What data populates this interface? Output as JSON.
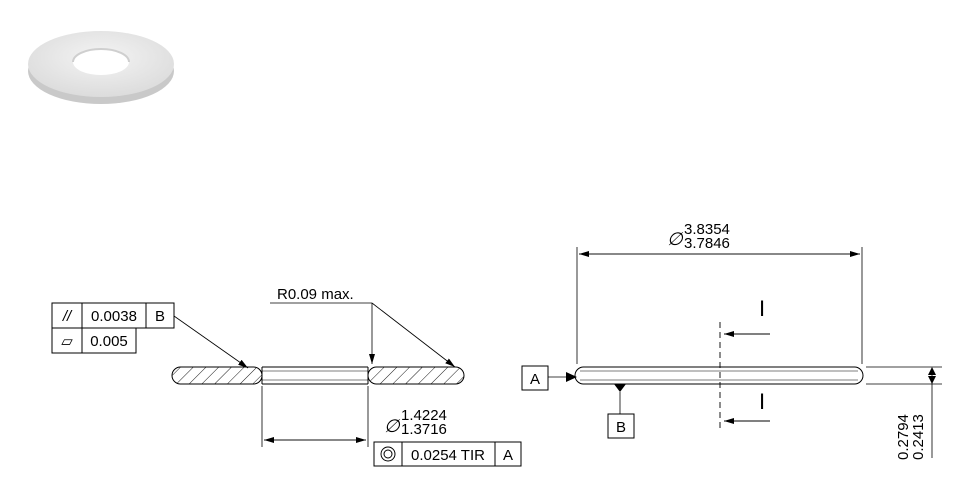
{
  "section_view": {
    "parallelism_symbol": "//",
    "parallelism_tolerance": "0.0038",
    "parallelism_datum": "B",
    "flatness_symbol": "▱",
    "flatness_tolerance": "0.005",
    "radius_note": "R0.09 max.",
    "inner_diameter_symbol": "∅",
    "inner_diameter_upper": "1.4224",
    "inner_diameter_lower": "1.3716",
    "concentricity_symbol": "◎",
    "concentricity_tolerance": "0.0254 TIR",
    "concentricity_datum": "A"
  },
  "side_view": {
    "outer_diameter_symbol": "∅",
    "outer_diameter_upper": "3.8354",
    "outer_diameter_lower": "3.7846",
    "datum_a": "A",
    "datum_b": "B",
    "section_letter_top": "I",
    "section_letter_bottom": "I",
    "thickness_upper": "0.2794",
    "thickness_lower": "0.2413"
  }
}
